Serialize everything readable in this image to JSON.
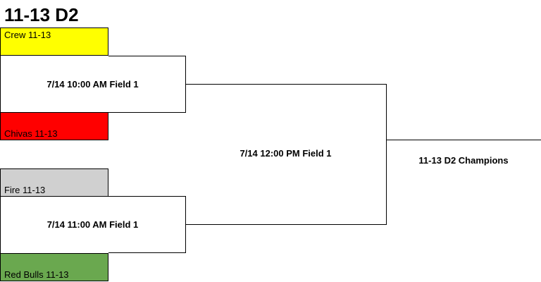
{
  "title": "11-13 D2",
  "teams": [
    {
      "name": "Crew 11-13",
      "color": "#ffff00"
    },
    {
      "name": "Chivas 11-13",
      "color": "#ff0000"
    },
    {
      "name": "Fire 11-13",
      "color": "#d0d0d0"
    },
    {
      "name": "Red Bulls 11-13",
      "color": "#6aa84f"
    }
  ],
  "games": {
    "semi1": "7/14 10:00 AM Field 1",
    "semi2": "7/14 11:00 AM Field 1",
    "final": "7/14 12:00 PM Field 1"
  },
  "champion_label": "11-13 D2 Champions"
}
